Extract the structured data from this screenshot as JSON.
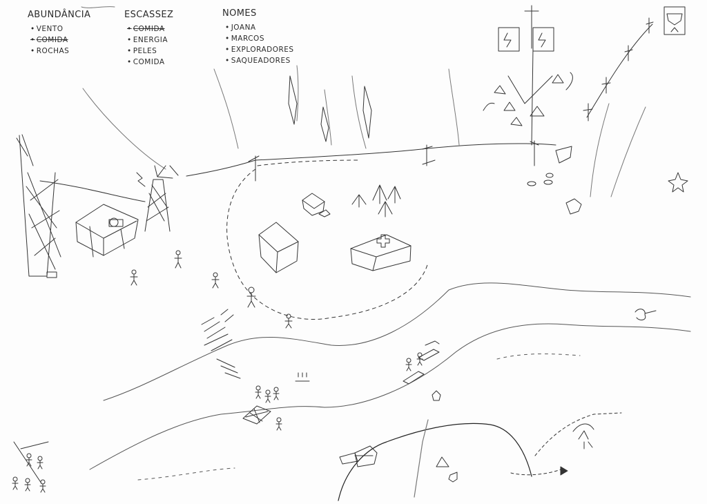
{
  "legend": {
    "abundance": {
      "title": "ABUNDÂNCIA",
      "items": [
        {
          "text": "VENTO",
          "struck": false
        },
        {
          "text": "COMIDA",
          "struck": true
        },
        {
          "text": "ROCHAS",
          "struck": false
        }
      ]
    },
    "scarcity": {
      "title": "ESCASSEZ",
      "items": [
        {
          "text": "COMIDA",
          "struck": true
        },
        {
          "text": "ENERGIA",
          "struck": false
        },
        {
          "text": "PELES",
          "struck": false
        },
        {
          "text": "COMIDA",
          "struck": false
        }
      ]
    },
    "names": {
      "title": "NOMES",
      "items": [
        {
          "text": "JOANA",
          "struck": false
        },
        {
          "text": "MARCOS",
          "struck": false
        },
        {
          "text": "EXPLORADORES",
          "struck": false
        },
        {
          "text": "SAQUEADORES",
          "struck": false
        }
      ]
    }
  },
  "colors": {
    "ink": "#333333",
    "paper": "#fdfdfd"
  }
}
